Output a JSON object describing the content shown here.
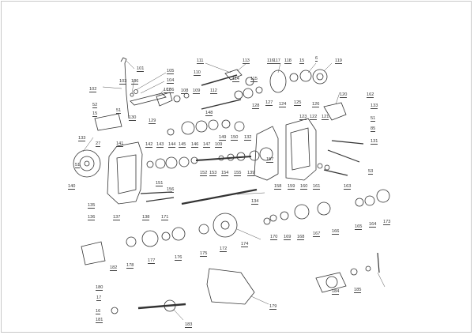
{
  "callouts": [
    "101",
    "102",
    "103",
    "186",
    "105",
    "104",
    "106",
    "107",
    "108",
    "109",
    "111",
    "110",
    "113",
    "112",
    "114",
    "115",
    "116",
    "117",
    "118",
    "15",
    "6",
    "119",
    "120",
    "162",
    "128",
    "127",
    "124",
    "125",
    "126",
    "123",
    "122",
    "121",
    "133",
    "52",
    "51",
    "85",
    "131",
    "15",
    "51",
    "130",
    "129",
    "148",
    "149",
    "150",
    "132",
    "133",
    "27",
    "141",
    "142",
    "143",
    "144",
    "145",
    "146",
    "147",
    "109",
    "157",
    "158",
    "159",
    "160",
    "161",
    "163",
    "53",
    "51",
    "140",
    "151",
    "152",
    "153",
    "154",
    "155",
    "139",
    "156",
    "134",
    "135",
    "136",
    "137",
    "138",
    "171",
    "170",
    "169",
    "168",
    "167",
    "166",
    "165",
    "164",
    "173",
    "172",
    "174",
    "175",
    "176",
    "177",
    "178",
    "182",
    "179",
    "180",
    "17",
    "16",
    "181",
    "183",
    "184",
    "185"
  ],
  "colors": {
    "line": "#333333",
    "background": "#ffffff",
    "frame": "#c8c8c8"
  }
}
